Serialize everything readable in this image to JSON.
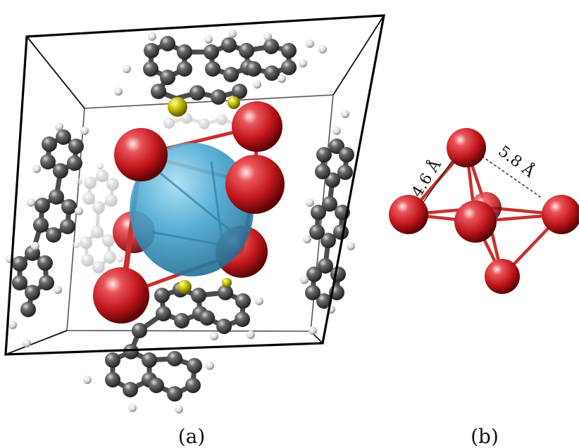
{
  "panels": [
    {
      "id": "a",
      "label": "(a)"
    },
    {
      "id": "b",
      "label": "(b)"
    }
  ],
  "distances": [
    {
      "label": "4.6 Å"
    },
    {
      "label": "5.8 Å"
    }
  ],
  "colors": {
    "oxygen": "#c0161c",
    "carbon": "#5a5a5a",
    "hydrogen": "#e6e6e6",
    "sulfur": "#c8c400",
    "void": "#4aa9d2",
    "bond": "#c8302e",
    "cell": "#000000"
  }
}
